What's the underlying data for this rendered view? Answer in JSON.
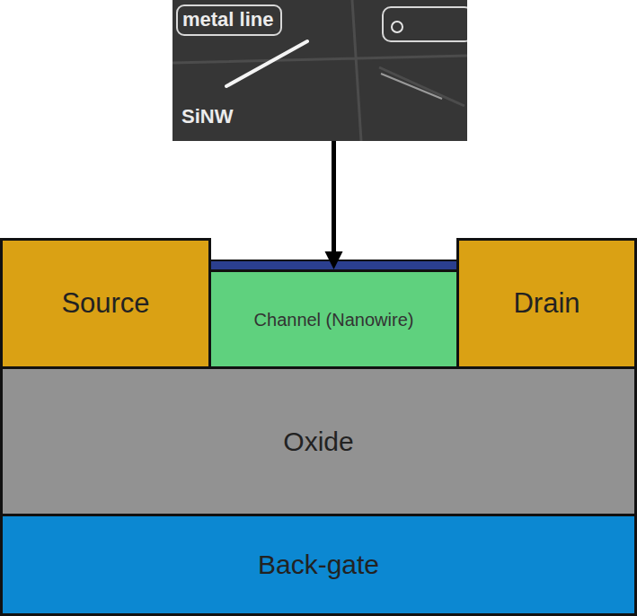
{
  "diagram": {
    "nodes": [
      {
        "text": [
          "metal line",
          "SiNW"
        ]
      },
      {
        "text": [
          "Source"
        ]
      },
      {
        "text": [
          "Channel (Nanowire)"
        ]
      },
      {
        "text": [
          "Drain"
        ]
      },
      {
        "text": [
          "Oxide"
        ]
      },
      {
        "text": [
          "Back-gate"
        ]
      }
    ],
    "edges": [
      {
        "from": 0,
        "to": 2,
        "arrow": "to"
      }
    ]
  }
}
